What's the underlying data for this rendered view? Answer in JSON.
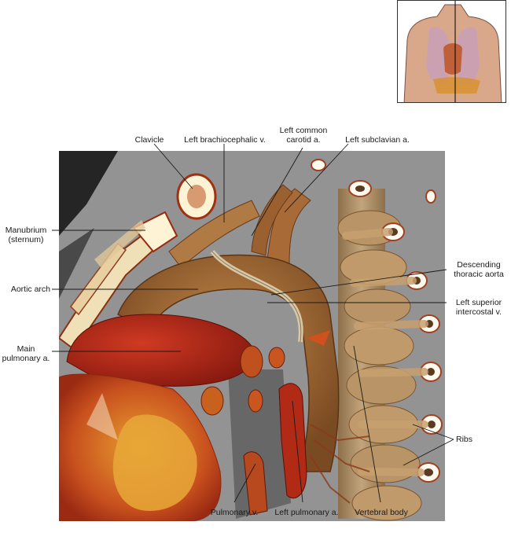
{
  "labels": {
    "clavicle": "Clavicle",
    "left_brachiocephalic_v": "Left brachiocephalic v.",
    "left_common_carotid_1": "Left common",
    "left_common_carotid_2": "carotid a.",
    "left_subclavian_a": "Left subclavian a.",
    "manubrium_1": "Manubrium",
    "manubrium_2": "(sternum)",
    "descending_aorta_1": "Descending",
    "descending_aorta_2": "thoracic aorta",
    "aortic_arch": "Aortic arch",
    "left_superior_intercostal_1": "Left superior",
    "left_superior_intercostal_2": "intercostal v.",
    "main_pulmonary_1": "Main",
    "main_pulmonary_2": "pulmonary a.",
    "ribs": "Ribs",
    "pulmonary_v": "Pulmonary v.",
    "left_pulmonary_a": "Left pulmonary a.",
    "vertebral_body": "Vertebral body"
  },
  "colors": {
    "background_gray": "#8a8a8a",
    "aorta": "#a8723a",
    "pulmonary_artery": "#b8281a",
    "bone": "#f3e6c4",
    "leader_line": "#1a1a1a"
  }
}
